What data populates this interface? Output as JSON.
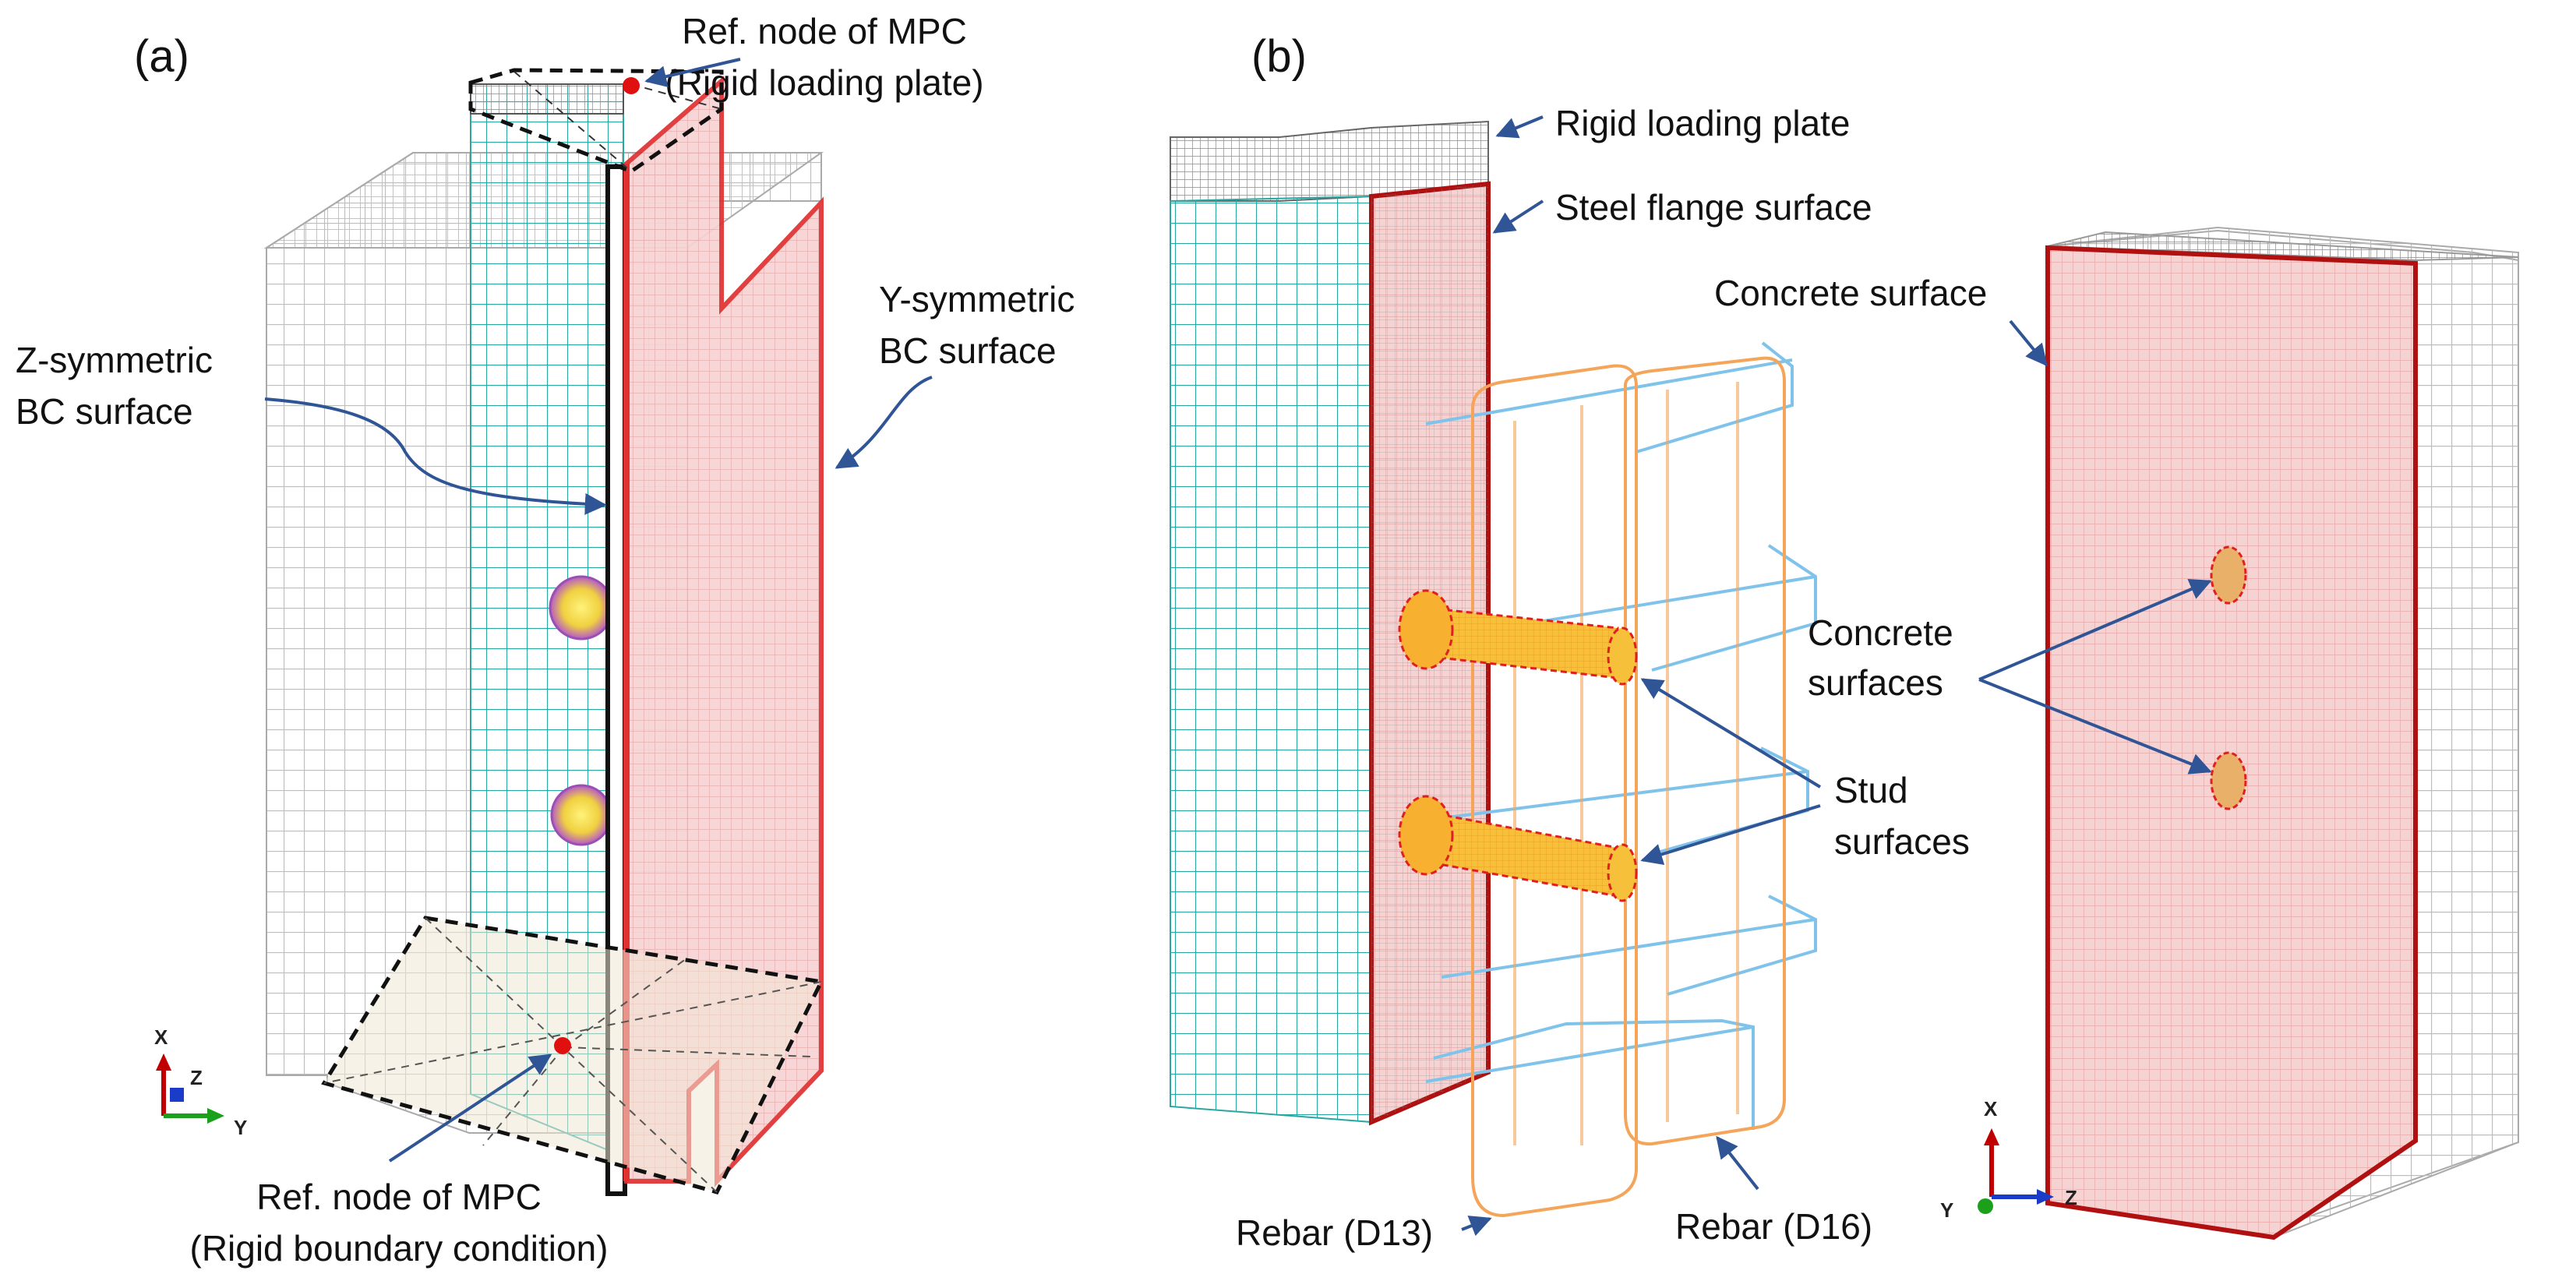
{
  "panel_a": {
    "label": "(a)",
    "callouts": {
      "ref_node_top_line1": "Ref. node of MPC",
      "ref_node_top_line2": "(Rigid loading plate)",
      "z_sym_line1": "Z-symmetric",
      "z_sym_line2": "BC surface",
      "y_sym_line1": "Y-symmetric",
      "y_sym_line2": "BC surface",
      "ref_node_bottom_line1": "Ref. node of MPC",
      "ref_node_bottom_line2": "(Rigid boundary condition)"
    },
    "axes": {
      "x": "X",
      "z": "Z",
      "y": "Y"
    }
  },
  "panel_b": {
    "label": "(b)",
    "callouts": {
      "rigid_plate": "Rigid loading plate",
      "steel_flange": "Steel flange surface",
      "concrete_surface": "Concrete surface",
      "concrete_surfaces_line1": "Concrete",
      "concrete_surfaces_line2": "surfaces",
      "stud_surfaces_line1": "Stud",
      "stud_surfaces_line2": "surfaces",
      "rebar_d13": "Rebar (D13)",
      "rebar_d16": "Rebar (D16)"
    },
    "axes": {
      "x": "X",
      "y": "Y",
      "z": "Z"
    }
  },
  "colors": {
    "mesh_gray": "#b9b9b9",
    "steel_cyan": "#2aa7a0",
    "bc_red": "#e03030",
    "bc_fill": "#f3c4c4",
    "rebar_blue": "#7fc3ea",
    "rebar_orange": "#f4a55a",
    "stud_yellow": "#f7c94a",
    "arrow_blue": "#2f5597",
    "axis_red": "#c00000",
    "axis_green": "#1aa01a",
    "axis_blue": "#1a3cc8"
  }
}
